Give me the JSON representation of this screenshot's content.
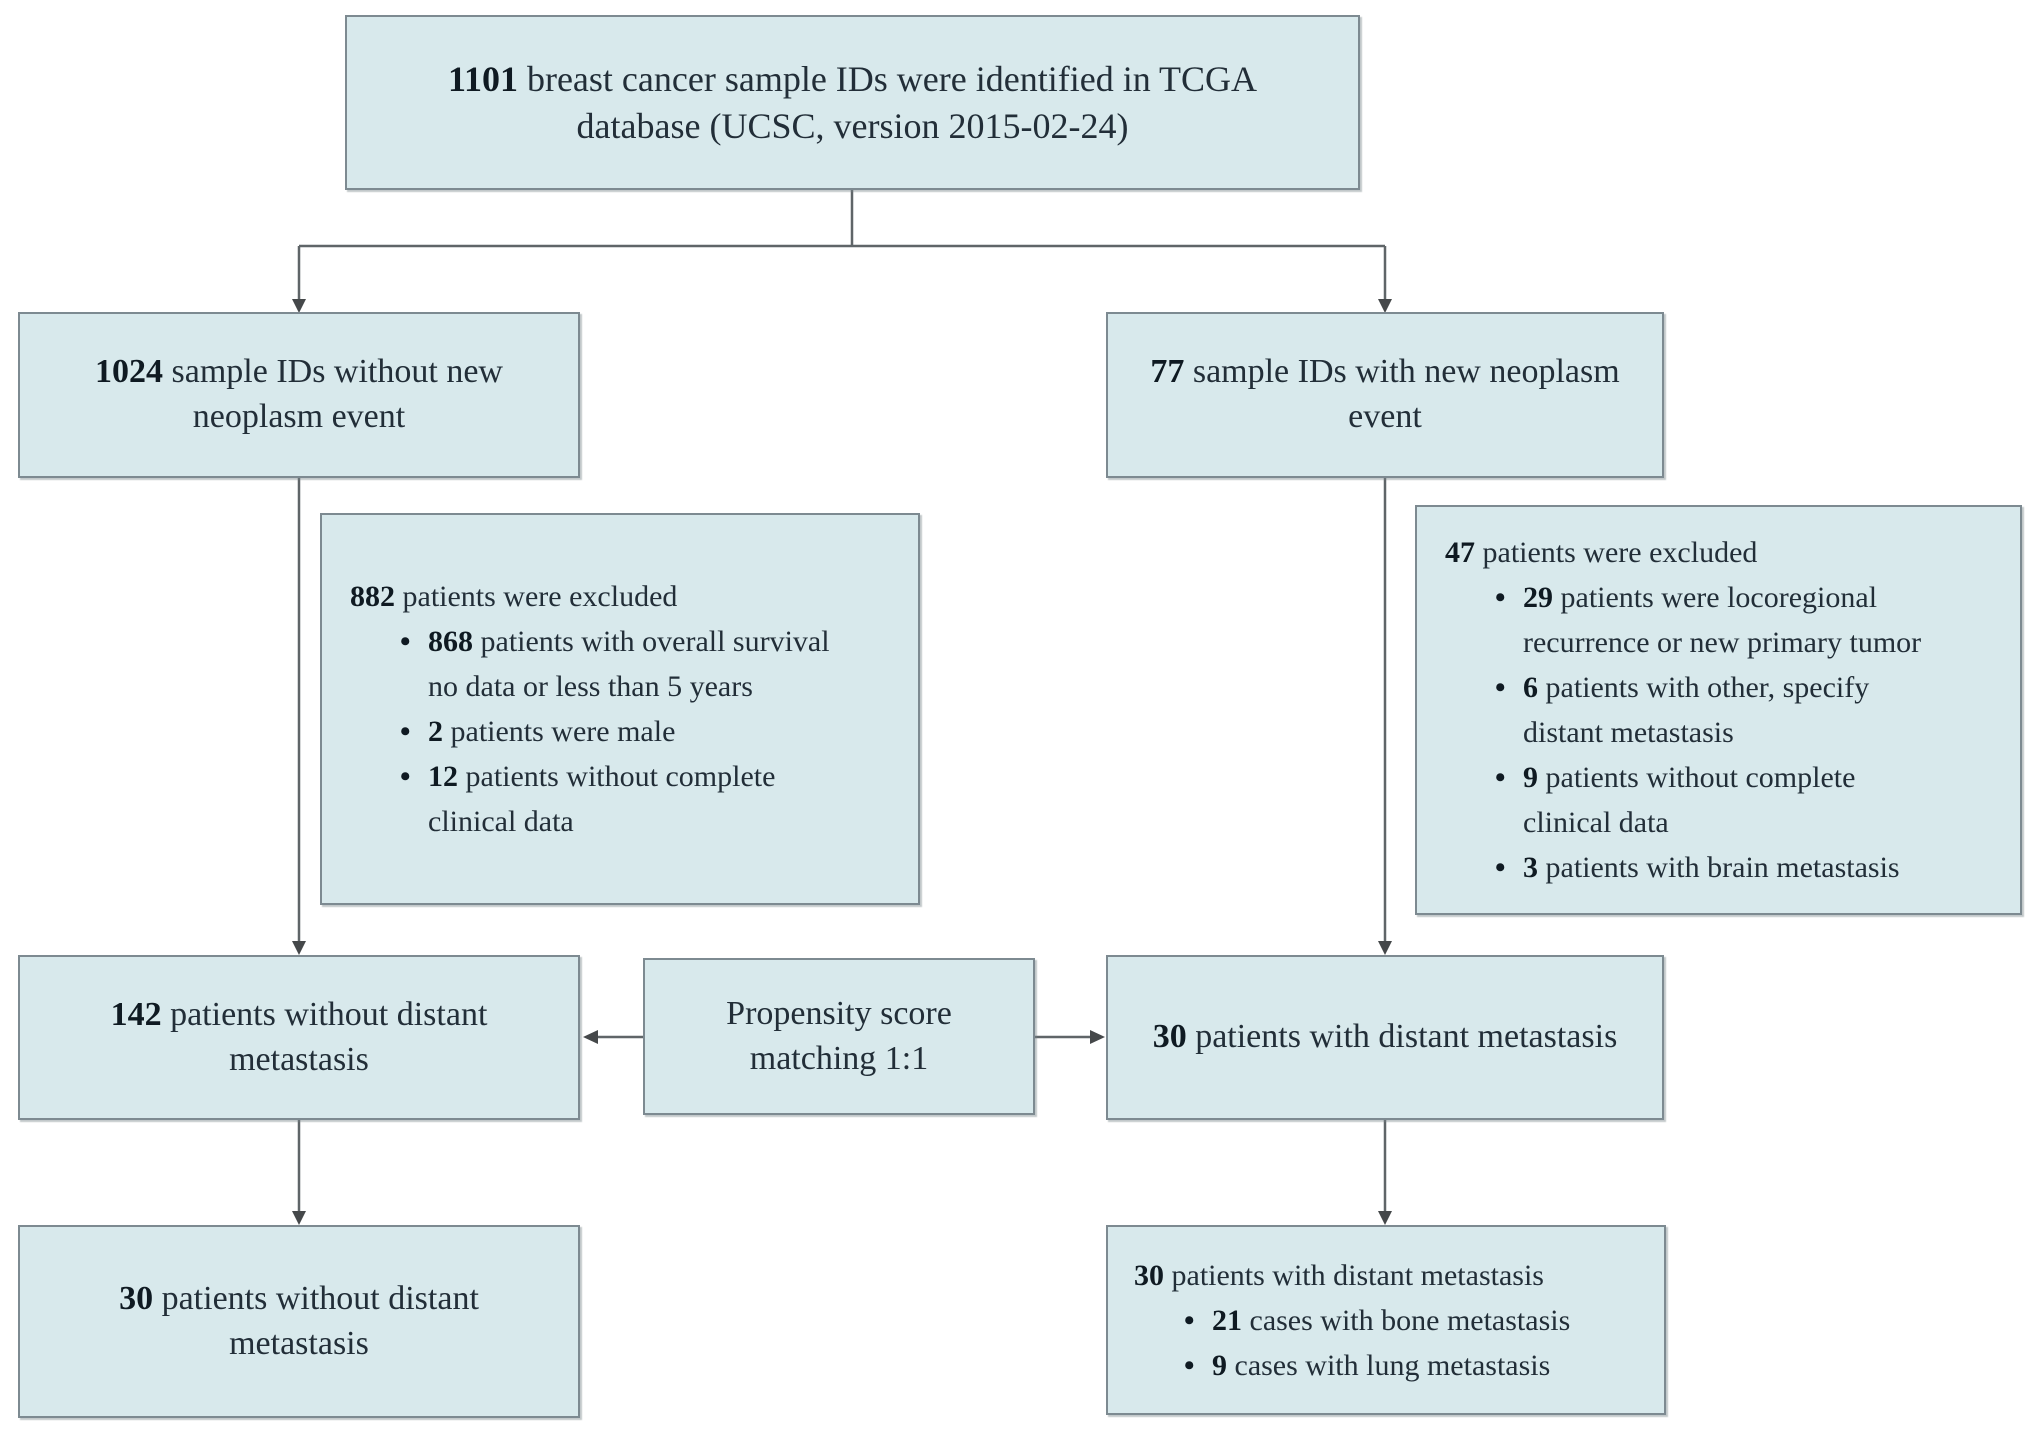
{
  "figure": {
    "type": "flowchart",
    "background": "#ffffff"
  },
  "colors": {
    "box_fill": "#d8e9ec",
    "box_border": "#7d8a91",
    "connector_line": "#5f6568",
    "arrowhead": "#45484a",
    "text": "#222e38",
    "bold_text": "#0f1a22"
  },
  "flowchart": {
    "nodes": {
      "top": {
        "bold": "1101",
        "rest": " breast cancer sample IDs were identified in TCGA database (UCSC, version 2015-02-24)"
      },
      "no_event": {
        "bold": "1024",
        "rest": " sample IDs without new neoplasm event"
      },
      "event": {
        "bold": "77",
        "rest": " sample IDs with new neoplasm event"
      },
      "excluded_left": {
        "bold": "882",
        "rest": " patients were excluded",
        "bullets": [
          {
            "bold": "868",
            "rest": " patients with overall survival no data or less than 5 years"
          },
          {
            "bold": "2",
            "rest": " patients were male"
          },
          {
            "bold": "12",
            "rest": " patients without complete clinical data"
          }
        ]
      },
      "excluded_right": {
        "bold": "47",
        "rest": " patients were excluded",
        "bullets": [
          {
            "bold": "29",
            "rest": " patients were locoregional recurrence or new primary tumor"
          },
          {
            "bold": "6",
            "rest": " patients with other, specify distant metastasis"
          },
          {
            "bold": "9",
            "rest": " patients without complete clinical data"
          },
          {
            "bold": "3",
            "rest": " patients with brain metastasis"
          }
        ]
      },
      "without_dm": {
        "bold": "142",
        "rest": " patients without distant metastasis"
      },
      "psm": {
        "bold": "",
        "rest": "Propensity score matching 1:1"
      },
      "with_dm": {
        "bold": "30",
        "rest": " patients with distant metastasis"
      },
      "final_without": {
        "bold": "30",
        "rest": " patients without distant metastasis"
      },
      "final_with": {
        "bold": "30",
        "rest": " patients with distant metastasis",
        "bullets": [
          {
            "bold": "21",
            "rest": " cases with bone metastasis"
          },
          {
            "bold": "9",
            "rest": " cases with lung metastasis"
          }
        ]
      }
    }
  }
}
